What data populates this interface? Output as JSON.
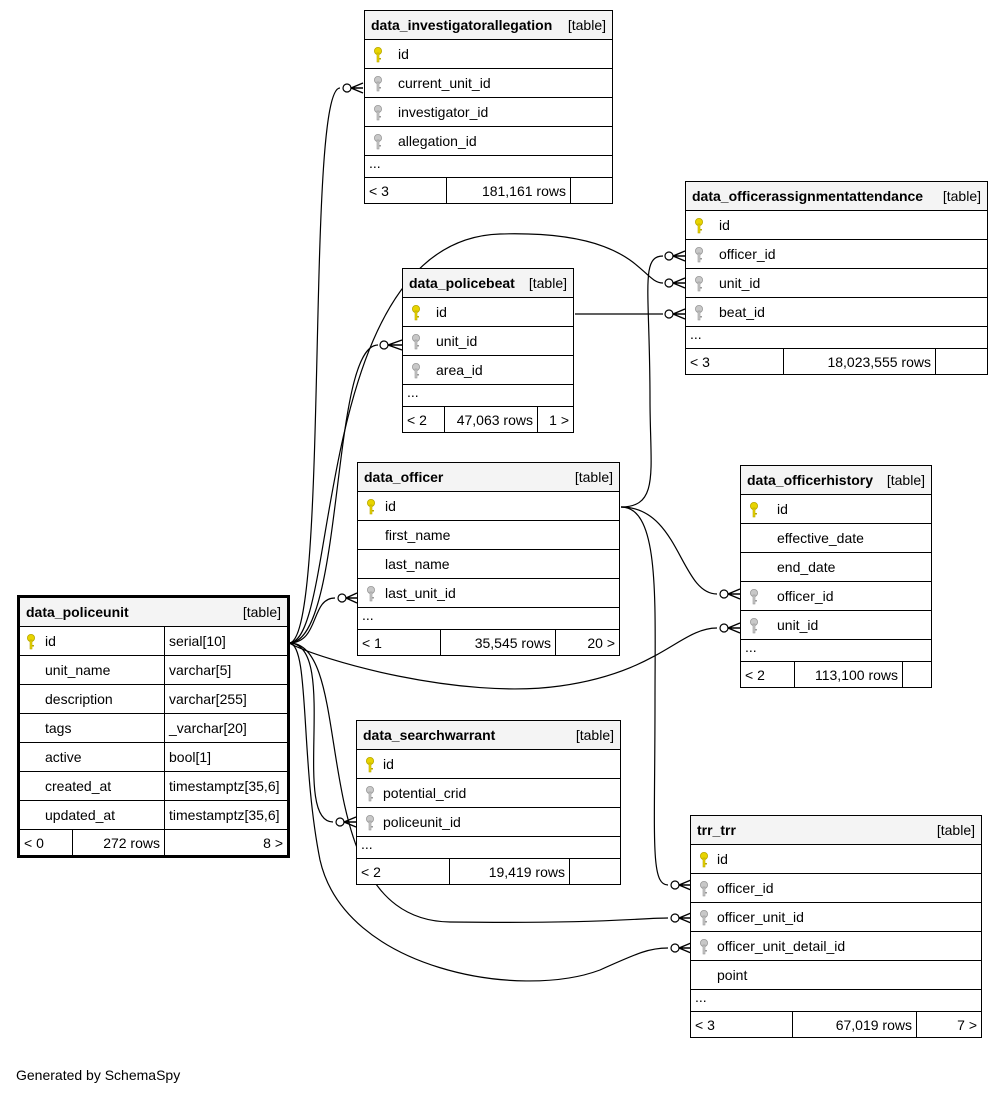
{
  "credit": "Generated by SchemaSpy",
  "tables": {
    "investigatorallegation": {
      "name": "data_investigatorallegation",
      "type": "[table]",
      "columns": [
        "id",
        "current_unit_id",
        "investigator_id",
        "allegation_id"
      ],
      "ellipsis": "...",
      "foot_left": "< 3",
      "foot_rows": "181,161 rows",
      "foot_right": ""
    },
    "officerassignmentattendance": {
      "name": "data_officerassignmentattendance",
      "type": "[table]",
      "columns": [
        "id",
        "officer_id",
        "unit_id",
        "beat_id"
      ],
      "ellipsis": "...",
      "foot_left": "< 3",
      "foot_rows": "18,023,555 rows",
      "foot_right": ""
    },
    "policebeat": {
      "name": "data_policebeat",
      "type": "[table]",
      "columns": [
        "id",
        "unit_id",
        "area_id"
      ],
      "ellipsis": "...",
      "foot_left": "< 2",
      "foot_rows": "47,063 rows",
      "foot_right": "1 >"
    },
    "officer": {
      "name": "data_officer",
      "type": "[table]",
      "columns": [
        "id",
        "first_name",
        "last_name",
        "last_unit_id"
      ],
      "ellipsis": "...",
      "foot_left": "< 1",
      "foot_rows": "35,545 rows",
      "foot_right": "20 >"
    },
    "officerhistory": {
      "name": "data_officerhistory",
      "type": "[table]",
      "columns": [
        "id",
        "effective_date",
        "end_date",
        "officer_id",
        "unit_id"
      ],
      "ellipsis": "...",
      "foot_left": "< 2",
      "foot_rows": "113,100 rows",
      "foot_right": ""
    },
    "policeunit": {
      "name": "data_policeunit",
      "type": "[table]",
      "columns": [
        {
          "name": "id",
          "type": "serial[10]"
        },
        {
          "name": "unit_name",
          "type": "varchar[5]"
        },
        {
          "name": "description",
          "type": "varchar[255]"
        },
        {
          "name": "tags",
          "type": "_varchar[20]"
        },
        {
          "name": "active",
          "type": "bool[1]"
        },
        {
          "name": "created_at",
          "type": "timestamptz[35,6]"
        },
        {
          "name": "updated_at",
          "type": "timestamptz[35,6]"
        }
      ],
      "foot_left": "< 0",
      "foot_rows": "272 rows",
      "foot_right": "8 >"
    },
    "searchwarrant": {
      "name": "data_searchwarrant",
      "type": "[table]",
      "columns": [
        "id",
        "potential_crid",
        "policeunit_id"
      ],
      "ellipsis": "...",
      "foot_left": "< 2",
      "foot_rows": "19,419 rows",
      "foot_right": ""
    },
    "trr": {
      "name": "trr_trr",
      "type": "[table]",
      "columns": [
        "id",
        "officer_id",
        "officer_unit_id",
        "officer_unit_detail_id",
        "point"
      ],
      "ellipsis": "...",
      "foot_left": "< 3",
      "foot_rows": "67,019 rows",
      "foot_right": "7 >"
    }
  },
  "colors": {
    "primary_key": "#e8d400",
    "foreign_key": "#b0b0b0",
    "header_bg": "#f4f4f4"
  }
}
